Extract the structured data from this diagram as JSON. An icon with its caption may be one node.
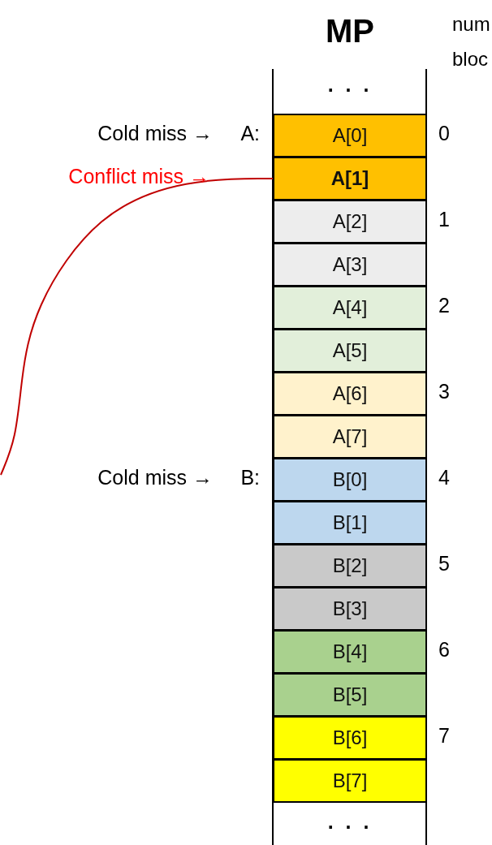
{
  "diagram": {
    "title": "MP",
    "nodes": [
      {
        "text": [
          "A[0]"
        ]
      },
      {
        "text": [
          "A[1]"
        ]
      },
      {
        "text": [
          "A[2]"
        ]
      },
      {
        "text": [
          "A[3]"
        ]
      },
      {
        "text": [
          "A[4]"
        ]
      },
      {
        "text": [
          "A[5]"
        ]
      },
      {
        "text": [
          "A[6]"
        ]
      },
      {
        "text": [
          "A[7]"
        ]
      },
      {
        "text": [
          "B[0]"
        ]
      },
      {
        "text": [
          "B[1]"
        ]
      },
      {
        "text": [
          "B[2]"
        ]
      },
      {
        "text": [
          "B[3]"
        ]
      },
      {
        "text": [
          "B[4]"
        ]
      },
      {
        "text": [
          "B[5]"
        ]
      },
      {
        "text": [
          "B[6]"
        ]
      },
      {
        "text": [
          "B[7]"
        ]
      }
    ],
    "edges": [
      {
        "from": null,
        "to": 1,
        "arrow": "none",
        "color": "#c00000"
      }
    ],
    "labels": [
      "num bloc",
      ". . .",
      "Cold miss →",
      "A:",
      "0",
      "Conflict miss →",
      "1",
      "2",
      "3",
      "Cold miss →",
      "B:",
      "4",
      "5",
      "6",
      "7",
      ". . ."
    ]
  }
}
